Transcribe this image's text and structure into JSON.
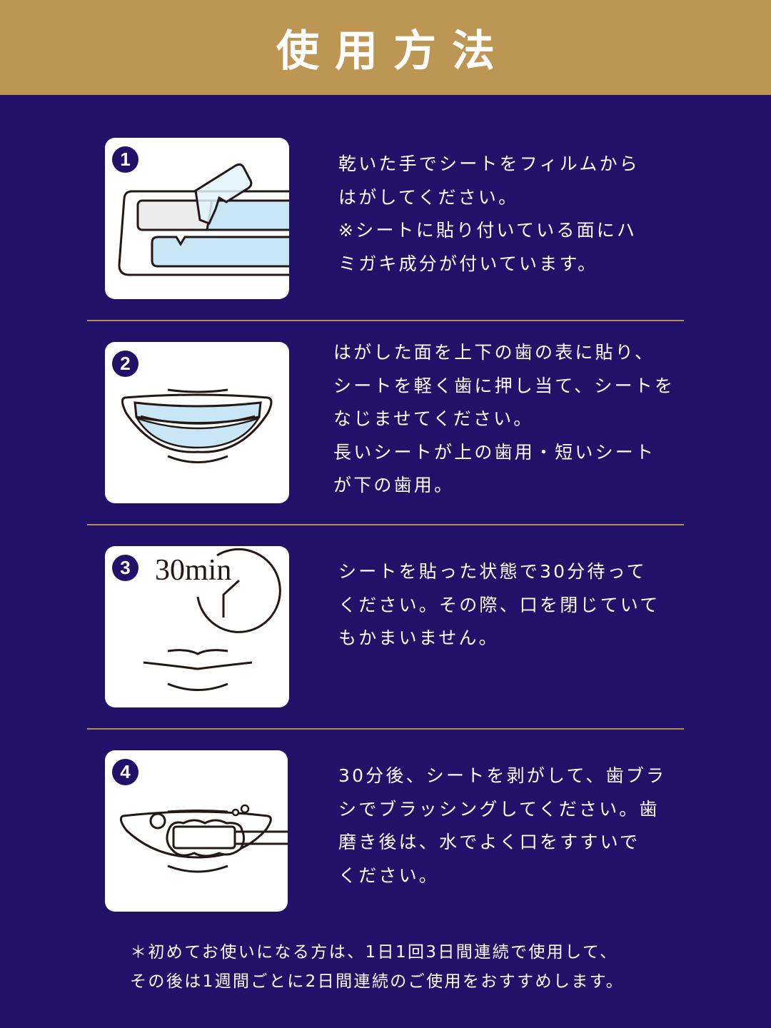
{
  "header": {
    "title": "使用方法"
  },
  "colors": {
    "header": "#bd9654",
    "background": "#221168",
    "divider": "#b38d52",
    "sheet": "#c9e6f7"
  },
  "steps": [
    {
      "number": "1",
      "illustration": "sheet-peel-from-film",
      "lines": [
        "乾いた手でシートをフィルムから",
        "はがしてください。",
        "※シートに貼り付いている面にハ",
        "ミガキ成分が付いています。"
      ]
    },
    {
      "number": "2",
      "illustration": "sheet-on-teeth",
      "lines": [
        "はがした面を上下の歯の表に貼り、",
        "シートを軽く歯に押し当て、シートを",
        "なじませてください。",
        "長いシートが上の歯用・短いシート",
        "が下の歯用。"
      ]
    },
    {
      "number": "3",
      "illustration": "clock-closed-mouth",
      "timer": "30min",
      "lines": [
        "シートを貼った状態で30分待って",
        "ください。その際、口を閉じていて",
        "もかまいません。"
      ]
    },
    {
      "number": "4",
      "illustration": "toothbrush-brushing",
      "lines": [
        "30分後、シートを剥がして、歯ブラ",
        "シでブラッシングしてください。歯",
        "磨き後は、水でよく口をすすいで",
        "ください。"
      ]
    }
  ],
  "note": {
    "lines": [
      "＊初めてお使いになる方は、1日1回3日間連続で使用して、",
      "その後は1週間ごとに2日間連続のご使用をおすすめします。"
    ]
  }
}
